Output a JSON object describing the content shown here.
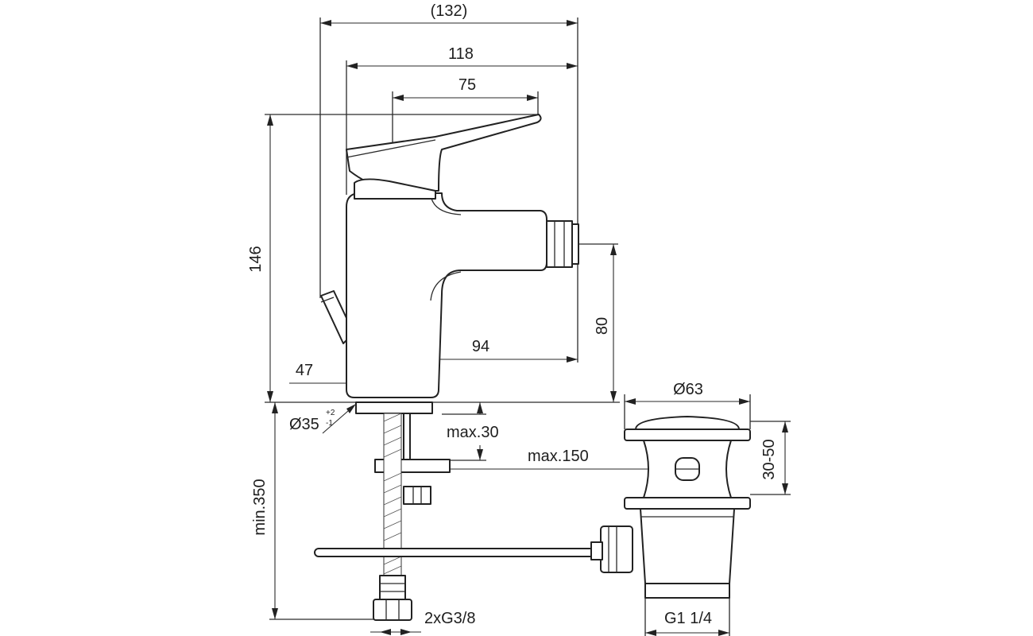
{
  "dimensions": {
    "overall_width": "(132)",
    "width_118": "118",
    "lever_75": "75",
    "height_146": "146",
    "outlet_height_80": "80",
    "spout_94": "94",
    "base_47": "47",
    "hole_diameter": "Ø35",
    "hole_tolerance_plus": "+2",
    "hole_tolerance_minus": "-1",
    "deck_thickness": "max.30",
    "waste_rod": "max.150",
    "waste_diameter": "Ø63",
    "waste_height": "30-50",
    "supply_length": "min.350",
    "supply_connection": "2xG3/8",
    "waste_thread": "G1 1/4"
  }
}
